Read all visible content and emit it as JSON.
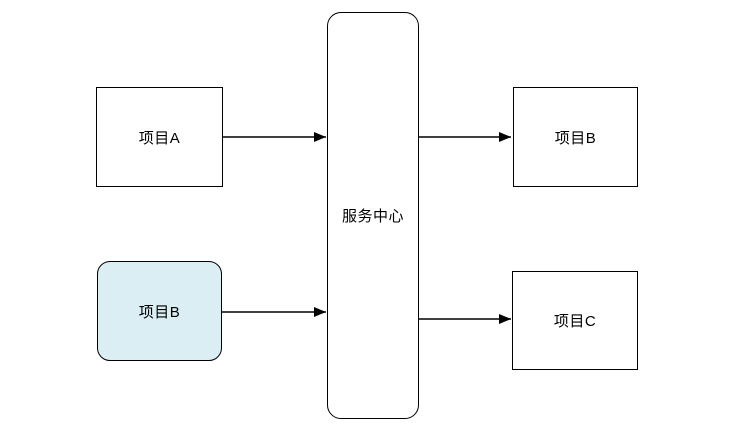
{
  "diagram": {
    "background": "#ffffff",
    "nodes": {
      "left_top": {
        "label": "项目A",
        "fill": "#ffffff",
        "shape": "rect"
      },
      "left_bottom": {
        "label": "项目B",
        "fill": "#daeef3",
        "shape": "rounded-rect"
      },
      "center": {
        "label": "服务中心",
        "fill": "#ffffff",
        "shape": "rounded-rect"
      },
      "right_top": {
        "label": "项目B",
        "fill": "#ffffff",
        "shape": "rect"
      },
      "right_bottom": {
        "label": "项目C",
        "fill": "#ffffff",
        "shape": "rect"
      }
    },
    "edges": [
      {
        "from": "left_top",
        "to": "center",
        "style": "arrow"
      },
      {
        "from": "left_bottom",
        "to": "center",
        "style": "arrow"
      },
      {
        "from": "center",
        "to": "right_top",
        "style": "arrow"
      },
      {
        "from": "center",
        "to": "right_bottom",
        "style": "arrow"
      }
    ],
    "colors": {
      "border": "#000000",
      "arrow": "#000000",
      "highlight_fill": "#daeef3",
      "text": "#000000"
    }
  }
}
